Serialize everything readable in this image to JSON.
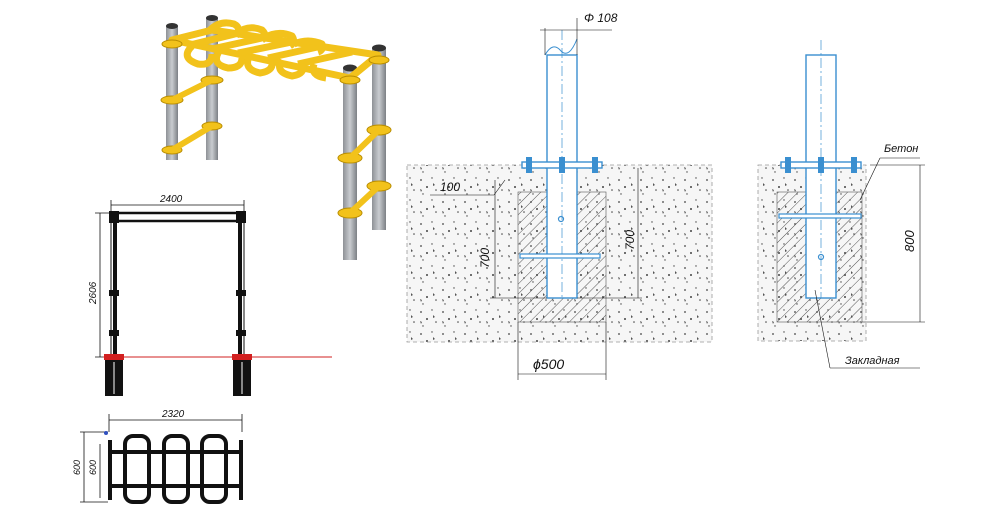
{
  "colors": {
    "bar_yellow": "#f2c21b",
    "post_gray": "#a6a9ad",
    "pipe_blue": "#3a8fd0",
    "frame_black": "#111111",
    "ground_red": "#d22020",
    "concrete_fill": "#f4f4f4"
  },
  "front_view": {
    "width_label": "2400",
    "height_label": "2606"
  },
  "top_view": {
    "width_label": "2320",
    "depth_label_outer": "600",
    "depth_label_inner": "600"
  },
  "section_1": {
    "pipe_diameter_label": "Φ 108",
    "top_offset_label": "100",
    "depth_left_label": "700",
    "depth_right_label": "700",
    "pit_diameter_label": "ϕ500"
  },
  "section_2": {
    "concrete_label": "Бетон",
    "depth_label": "800",
    "embedded_label": "Закладная"
  }
}
